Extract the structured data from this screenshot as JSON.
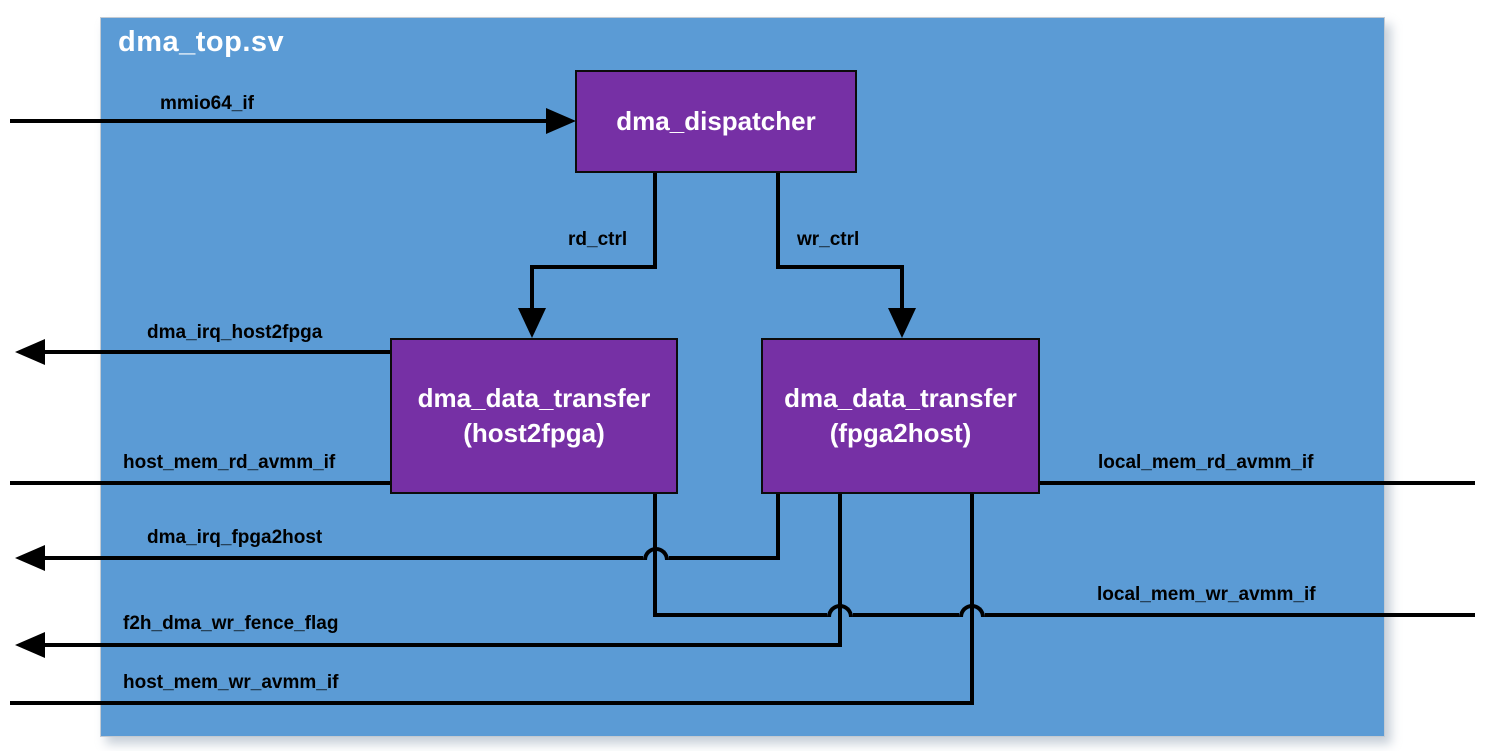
{
  "diagram": {
    "title": "dma_top.sv",
    "blocks": {
      "dispatcher": {
        "label": "dma_dispatcher"
      },
      "host2fpga": {
        "line1": "dma_data_transfer",
        "line2": "(host2fpga)"
      },
      "fpga2host": {
        "line1": "dma_data_transfer",
        "line2": "(fpga2host)"
      }
    },
    "signals": {
      "mmio64_if": "mmio64_if",
      "rd_ctrl": "rd_ctrl",
      "wr_ctrl": "wr_ctrl",
      "dma_irq_host2fpga": "dma_irq_host2fpga",
      "host_mem_rd_avmm_if": "host_mem_rd_avmm_if",
      "dma_irq_fpga2host": "dma_irq_fpga2host",
      "f2h_dma_wr_fence_flag": "f2h_dma_wr_fence_flag",
      "host_mem_wr_avmm_if": "host_mem_wr_avmm_if",
      "local_mem_rd_avmm_if": "local_mem_rd_avmm_if",
      "local_mem_wr_avmm_if": "local_mem_wr_avmm_if"
    },
    "colors": {
      "panel_blue": "#5B9BD5",
      "module_purple": "#7630A5",
      "wire_black": "#000000",
      "module_text": "#FFFFFF",
      "label_text": "#000000"
    }
  }
}
